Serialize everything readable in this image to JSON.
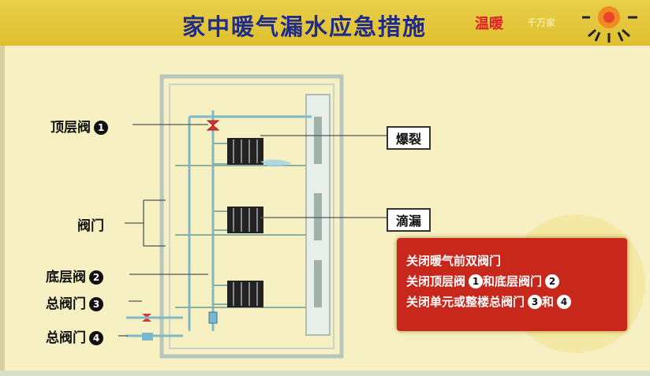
{
  "title": "家中暖气漏水应急措施",
  "brand": {
    "main": "温暖",
    "sub": "千万家"
  },
  "labels": {
    "top_valve": "顶层阀",
    "valve": "阀门",
    "bottom_valve": "底层阀",
    "main_valve_a": "总阀门",
    "main_valve_b": "总阀门"
  },
  "markers": {
    "n1": "1",
    "n2": "2",
    "n3": "3",
    "n4": "4"
  },
  "boxes": {
    "burst": "爆裂",
    "drip": "滴漏"
  },
  "notice": {
    "line1": "关闭暖气前双阀门",
    "line2_a": "关闭顶层阀",
    "line2_b": "和底层阀门",
    "line3_a": "关闭单元或整楼总阀门",
    "line3_b": "和"
  },
  "colors": {
    "header": "#dfbf2f",
    "title": "#1e2a8c",
    "notice_bg": "#c8281c",
    "brand": "#e01e25"
  }
}
